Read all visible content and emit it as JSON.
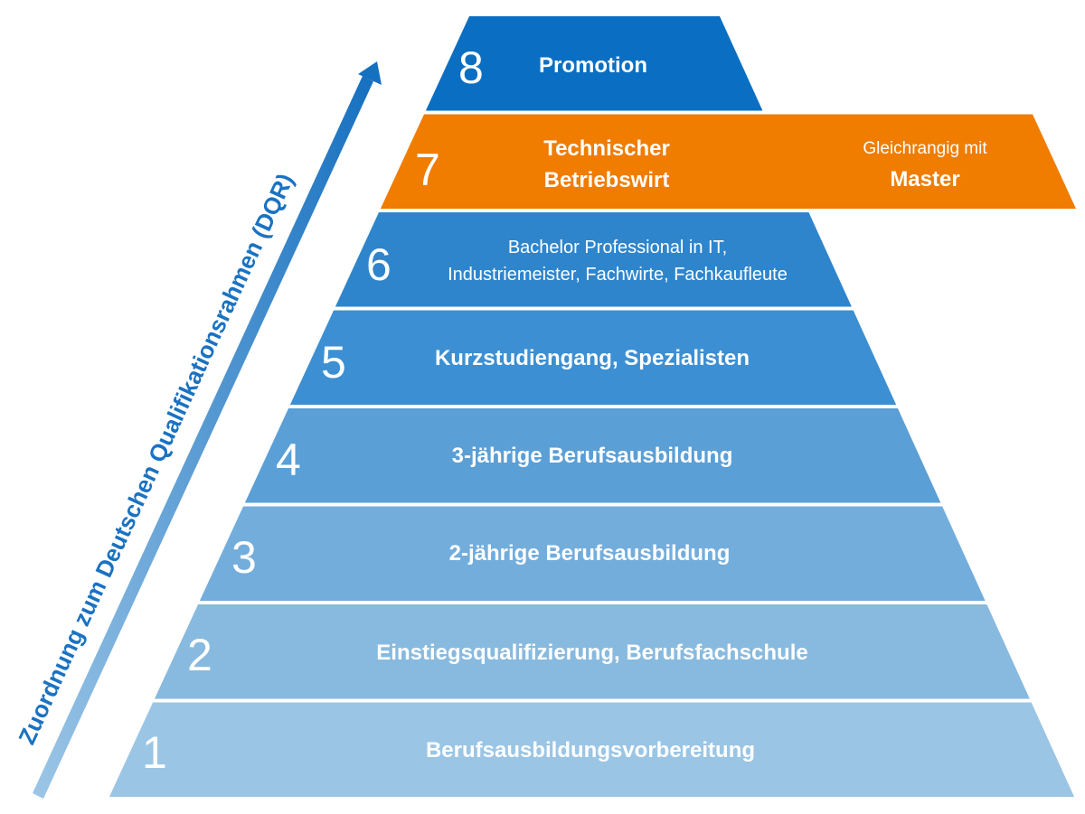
{
  "axis_label": "Zuordnung zum Deutschen Qualifikationsrahmen (DQR)",
  "levels": [
    {
      "number": "8",
      "lines": [
        "Promotion"
      ],
      "color": "#0a6fc2"
    },
    {
      "number": "7",
      "lines": [
        "Technischer",
        "Betriebswirt"
      ],
      "extra": [
        "Gleichrangig mit",
        "Master"
      ],
      "color": "#f07c00"
    },
    {
      "number": "6",
      "lines": [
        "Bachelor Professional in IT,",
        "Industriemeister, Fachwirte, Fachkaufleute"
      ],
      "color": "#2f85cc"
    },
    {
      "number": "5",
      "lines": [
        "Kurzstudiengang, Spezialisten"
      ],
      "color": "#3c8fd2"
    },
    {
      "number": "4",
      "lines": [
        "3-jährige Berufsausbildung"
      ],
      "color": "#5a9fd6"
    },
    {
      "number": "3",
      "lines": [
        "2-jährige Berufsausbildung"
      ],
      "color": "#73addc"
    },
    {
      "number": "2",
      "lines": [
        "Einstiegsqualifizierung, Berufsfachschule"
      ],
      "color": "#88badf"
    },
    {
      "number": "1",
      "lines": [
        "Berufsausbildungsvorbereitung"
      ],
      "color": "#9bc5e4"
    }
  ]
}
